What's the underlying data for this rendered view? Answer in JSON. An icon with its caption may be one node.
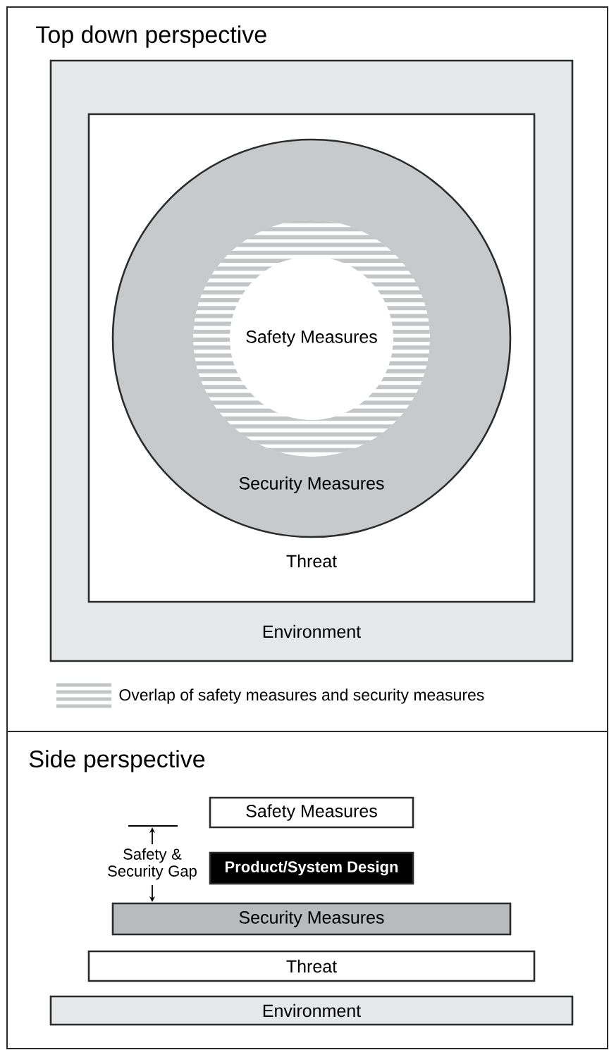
{
  "diagram": {
    "nodes": [
      {
        "text": [
          "Top down perspective"
        ]
      },
      {
        "text": [
          "Environment"
        ],
        "in": 0
      },
      {
        "text": [
          "Threat"
        ],
        "in": 1
      },
      {
        "text": [
          "Security Measures"
        ],
        "in": 2
      },
      {
        "text": [
          "Safety Measures"
        ],
        "in": 3
      },
      {
        "text": [
          "Side perspective"
        ]
      },
      {
        "text": [
          "Safety Measures"
        ],
        "in": 5
      },
      {
        "text": [
          "Product/System Design"
        ],
        "in": 5
      },
      {
        "text": [
          "Security Measures"
        ],
        "in": 5
      },
      {
        "text": [
          "Threat"
        ],
        "in": 5
      },
      {
        "text": [
          "Environment"
        ],
        "in": 5
      }
    ],
    "labels": [
      "Safety & Security Gap"
    ],
    "legend": [
      {
        "text": "Overlap of safety measures and security measures"
      }
    ]
  }
}
